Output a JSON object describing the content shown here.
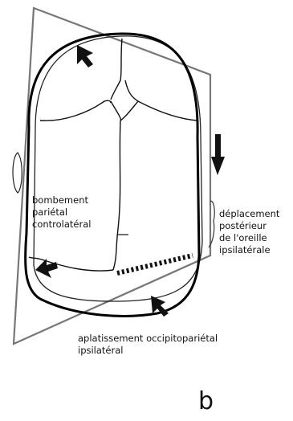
{
  "labels": {
    "contralateral_bulging": "bombement\npariétal\ncontrolatéral",
    "ear_displacement": "déplacement\npostérieur\nde l'oreille\nipsilatérale",
    "occipitoparietal_flattening": "aplatissement occipitopariétal\nipsilatéral"
  },
  "panel_letter": "b",
  "colors": {
    "stroke": "#111111",
    "background": "#ffffff"
  }
}
